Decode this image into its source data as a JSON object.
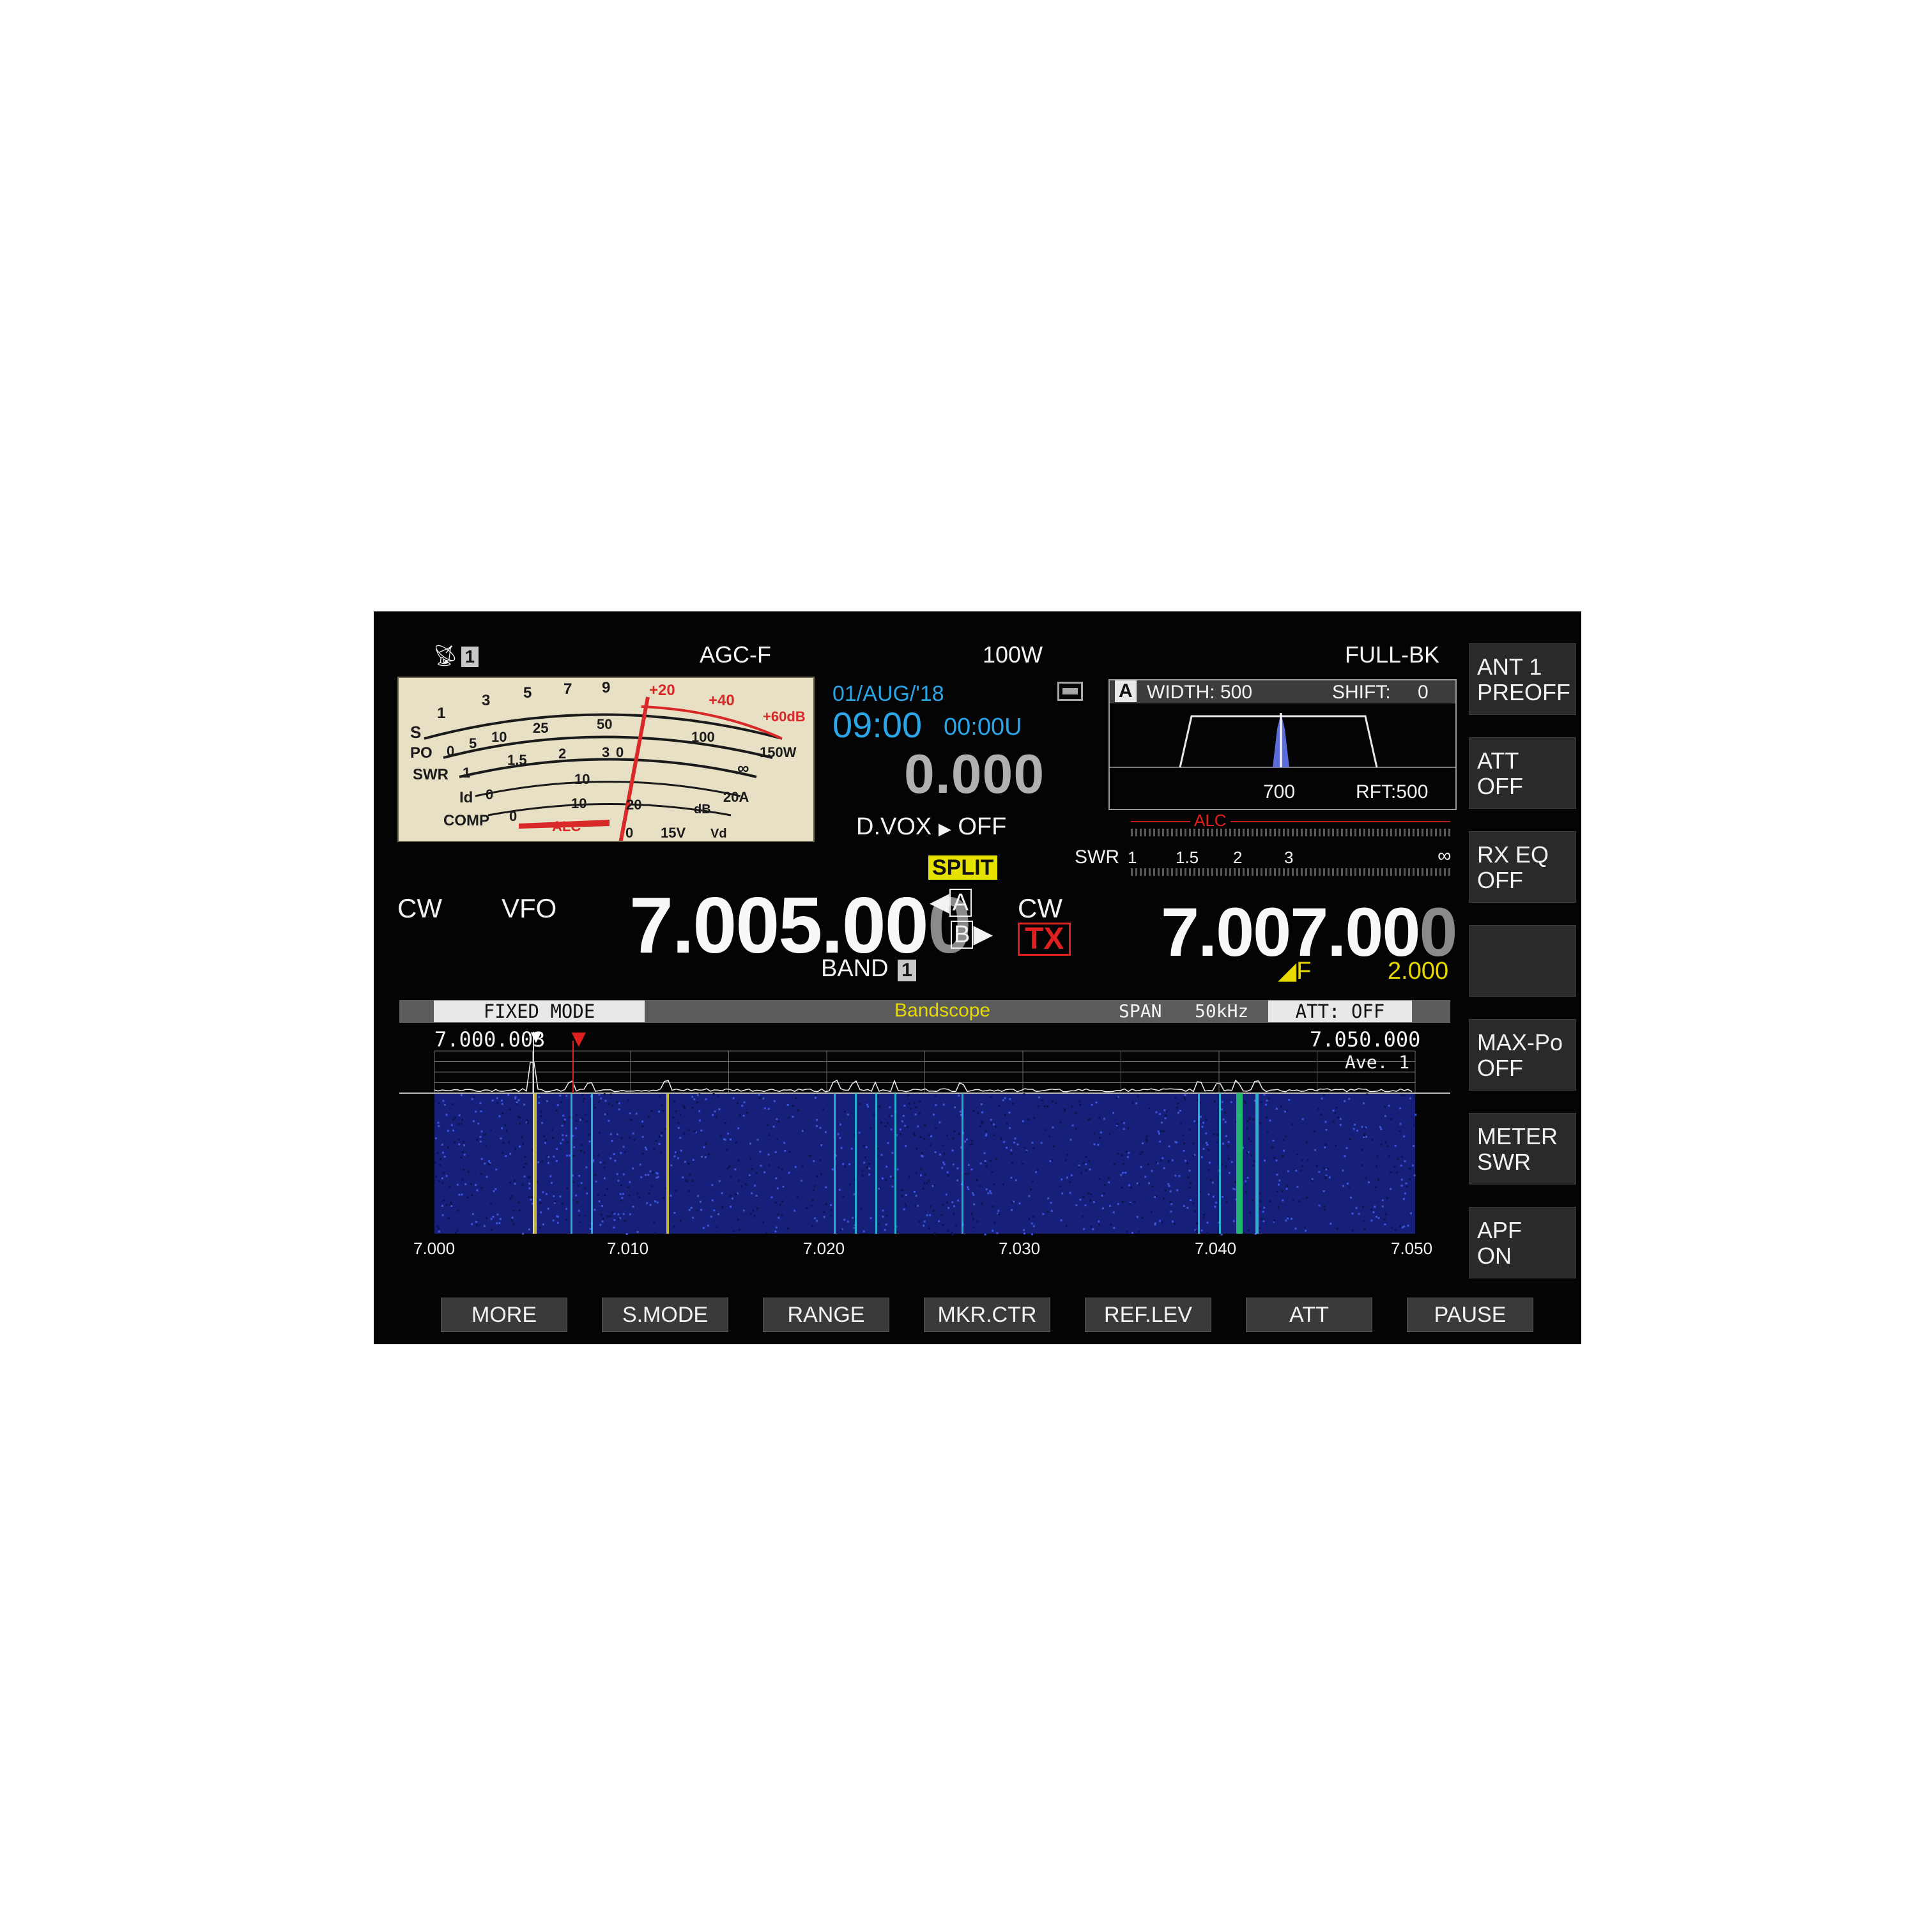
{
  "status": {
    "antenna_number": "1",
    "agc": "AGC-F",
    "power": "100W",
    "break_in": "FULL-BK"
  },
  "meter": {
    "row_labels": [
      "S",
      "PO",
      "SWR",
      "Id",
      "COMP"
    ],
    "s_scale": [
      "1",
      "3",
      "5",
      "7",
      "9",
      "+20",
      "+40",
      "+60dB"
    ],
    "po_scale": [
      "0",
      "5",
      "10",
      "25",
      "50",
      "100",
      "150W"
    ],
    "swr_scale": [
      "1",
      "1.5",
      "2",
      "3",
      "∞"
    ],
    "id_scale": [
      "0",
      "10",
      "20A"
    ],
    "comp_scale": [
      "0",
      "10",
      "20",
      "dB"
    ],
    "alc_label": "ALC",
    "vd_scale": [
      "0",
      "15V",
      "Vd"
    ]
  },
  "clock": {
    "date": "01/AUG/'18",
    "time": "09:00",
    "utc": "00:00U",
    "rit_offset": "0.000"
  },
  "dvox": "D.VOX",
  "dvox_state": "OFF",
  "filter": {
    "vfo": "A",
    "width": "WIDTH: 500",
    "shift": "SHIFT:",
    "shift_value": "0",
    "center": "700",
    "rft": "RFT:500"
  },
  "tx_meter": {
    "alc_label": "ALC",
    "swr_label": "SWR",
    "swr_scale": [
      "1",
      "1.5",
      "2",
      "3",
      "∞"
    ]
  },
  "main": {
    "mode": "CW",
    "source": "VFO",
    "frequency": "7.005.00",
    "frequency_last_digit": "0",
    "band_label": "BAND",
    "band_number": "1"
  },
  "split": "SPLIT",
  "vfo_a": "A",
  "vfo_b": "B",
  "sub": {
    "mode": "CW",
    "tx": "TX",
    "frequency": "7.007.00",
    "frequency_last_digit": "0",
    "delta_label": "F",
    "delta_value": "2.000"
  },
  "softkeys_right": [
    {
      "line1": "ANT 1",
      "line2": "PREOFF"
    },
    {
      "line1": "ATT",
      "line2": "OFF"
    },
    {
      "line1": "RX EQ",
      "line2": "OFF"
    },
    {
      "line1": "",
      "line2": ""
    },
    {
      "line1": "MAX-Po",
      "line2": "OFF"
    },
    {
      "line1": "METER",
      "line2": "SWR"
    },
    {
      "line1": "APF",
      "line2": "ON"
    }
  ],
  "bandscope": {
    "mode": "FIXED MODE",
    "title": "Bandscope",
    "span_label": "SPAN",
    "span_value": "50kHz",
    "att": "ATT: OFF",
    "start_freq": "7.000.003",
    "end_freq": "7.050.000",
    "averaging": "Ave. 1",
    "x_ticks": [
      "7.000",
      "7.010",
      "7.020",
      "7.030",
      "7.040",
      "7.050"
    ]
  },
  "softkeys_bottom": [
    "MORE",
    "S.MODE",
    "RANGE",
    "MKR.CTR",
    "REF.LEV",
    "ATT",
    "PAUSE"
  ],
  "colors": {
    "screen_bg": "#040404",
    "meter_face": "#e7e0c4",
    "clock_blue": "#2aa6e8",
    "split_yellow": "#e6e200",
    "tx_red": "#e02020",
    "delta_yellow": "#e6d800",
    "waterfall_blue": "#1b2a8c"
  }
}
